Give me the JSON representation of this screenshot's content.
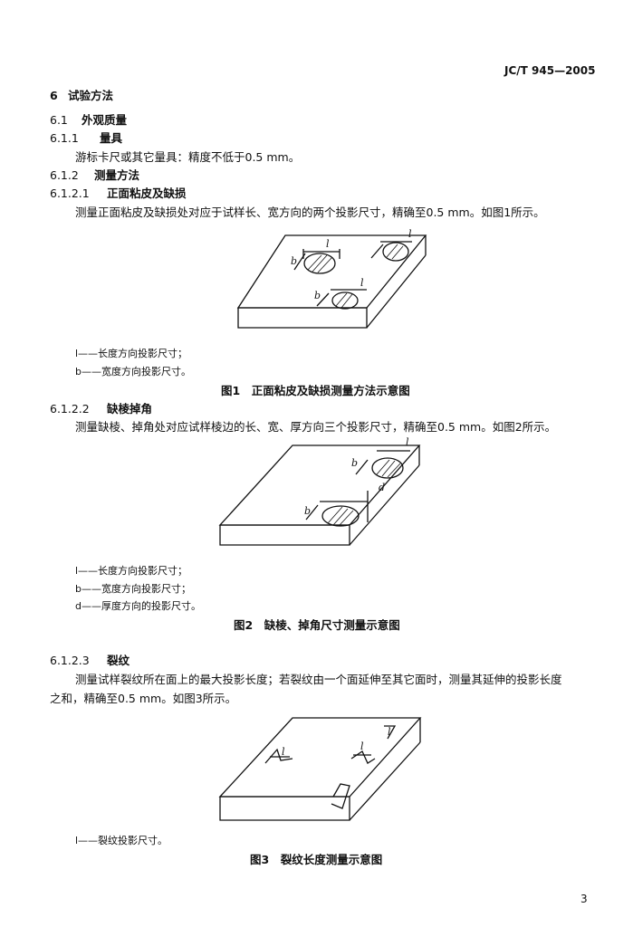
{
  "header": {
    "standard_no": "JC/T 945—2005"
  },
  "sections": {
    "s6": {
      "num": "6",
      "title": "试验方法"
    },
    "s61": {
      "num": "6.1",
      "title": "外观质量"
    },
    "s611": {
      "num": "6.1.1",
      "title": "量具",
      "body": "游标卡尺或其它量具：精度不低于0.5 mm。"
    },
    "s612": {
      "num": "6.1.2",
      "title": "测量方法"
    },
    "s6121": {
      "num": "6.1.2.1",
      "title": "正面粘皮及缺损",
      "body": "测量正面粘皮及缺损处对应于试样长、宽方向的两个投影尺寸，精确至0.5 mm。如图1所示。"
    },
    "s6122": {
      "num": "6.1.2.2",
      "title": "缺棱掉角",
      "body": "测量缺棱、掉角处对应试样棱边的长、宽、厚方向三个投影尺寸，精确至0.5 mm。如图2所示。"
    },
    "s6123": {
      "num": "6.1.2.3",
      "title": "裂纹",
      "body_line1": "测量试样裂纹所在面上的最大投影长度；若裂纹由一个面延伸至其它面时，测量其延伸的投影长度",
      "body_line2": "之和，精确至0.5 mm。如图3所示。"
    }
  },
  "fig1": {
    "legend": [
      "l——长度方向投影尺寸；",
      "b——宽度方向投影尺寸。"
    ],
    "caption": "图1　正面粘皮及缺损测量方法示意图",
    "labels": {
      "l": "l",
      "b": "b"
    }
  },
  "fig2": {
    "legend": [
      "l——长度方向投影尺寸；",
      "b——宽度方向投影尺寸；",
      "d——厚度方向的投影尺寸。"
    ],
    "caption": "图2　缺棱、掉角尺寸测量示意图",
    "labels": {
      "l": "l",
      "b": "b",
      "d": "d"
    }
  },
  "fig3": {
    "legend": [
      "l——裂纹投影尺寸。"
    ],
    "caption": "图3　裂纹长度测量示意图",
    "labels": {
      "l": "l"
    }
  },
  "footer": {
    "page_number": "3"
  }
}
